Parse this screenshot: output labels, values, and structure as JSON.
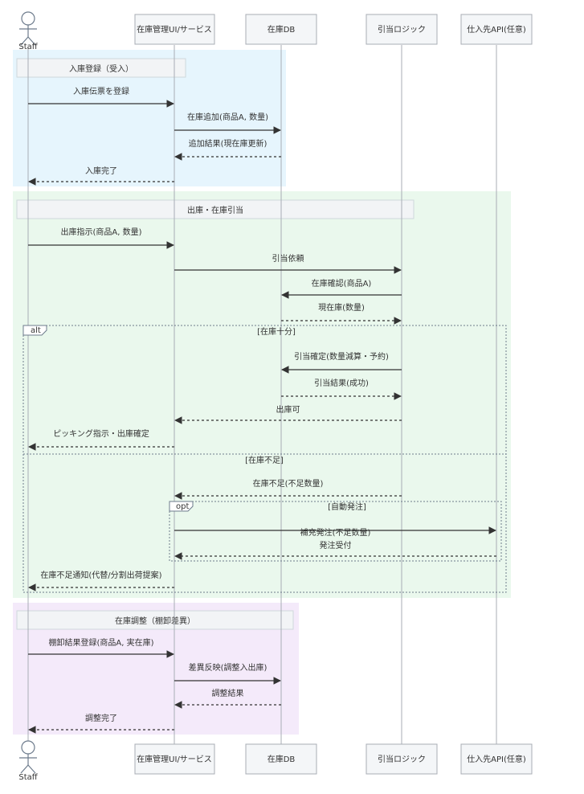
{
  "diagram": {
    "actor_name": "Staff",
    "participants": [
      {
        "id": "ui",
        "label": "在庫管理UI/サービス"
      },
      {
        "id": "db",
        "label": "在庫DB"
      },
      {
        "id": "alloc",
        "label": "引当ロジック"
      },
      {
        "id": "api",
        "label": "仕入先API(任意)"
      }
    ],
    "sections": [
      {
        "label": "入庫登録（受入）",
        "color": "#e6f5fd"
      },
      {
        "label": "出庫・在庫引当",
        "color": "#eaf8ed"
      },
      {
        "label": "在庫調整（棚卸差異）",
        "color": "#f4eafa"
      }
    ],
    "messages": [
      {
        "label": "入庫伝票を登録",
        "from": "staff",
        "to": "ui",
        "style": "solid"
      },
      {
        "label": "在庫追加(商品A, 数量)",
        "from": "ui",
        "to": "db",
        "style": "solid"
      },
      {
        "label": "追加結果(現在庫更新)",
        "from": "db",
        "to": "ui",
        "style": "dashed"
      },
      {
        "label": "入庫完了",
        "from": "ui",
        "to": "staff",
        "style": "dashed"
      },
      {
        "label": "出庫指示(商品A, 数量)",
        "from": "staff",
        "to": "ui",
        "style": "solid"
      },
      {
        "label": "引当依頼",
        "from": "ui",
        "to": "alloc",
        "style": "solid"
      },
      {
        "label": "在庫確認(商品A)",
        "from": "alloc",
        "to": "db",
        "style": "solid"
      },
      {
        "label": "現在庫(数量)",
        "from": "db",
        "to": "alloc",
        "style": "dashed"
      },
      {
        "label": "引当確定(数量減算・予約)",
        "from": "alloc",
        "to": "db",
        "style": "solid"
      },
      {
        "label": "引当結果(成功)",
        "from": "db",
        "to": "alloc",
        "style": "dashed"
      },
      {
        "label": "出庫可",
        "from": "alloc",
        "to": "ui",
        "style": "dashed"
      },
      {
        "label": "ピッキング指示・出庫確定",
        "from": "ui",
        "to": "staff",
        "style": "dashed"
      },
      {
        "label": "在庫不足(不足数量)",
        "from": "alloc",
        "to": "ui",
        "style": "dashed"
      },
      {
        "label": "補充発注(不足数量)",
        "from": "ui",
        "to": "api",
        "style": "solid"
      },
      {
        "label": "発注受付",
        "from": "api",
        "to": "ui",
        "style": "dashed"
      },
      {
        "label": "在庫不足通知(代替/分割出荷提案)",
        "from": "ui",
        "to": "staff",
        "style": "dashed"
      },
      {
        "label": "棚卸結果登録(商品A, 実在庫)",
        "from": "staff",
        "to": "ui",
        "style": "solid"
      },
      {
        "label": "差異反映(調整入出庫)",
        "from": "ui",
        "to": "db",
        "style": "solid"
      },
      {
        "label": "調整結果",
        "from": "db",
        "to": "ui",
        "style": "dashed"
      },
      {
        "label": "調整完了",
        "from": "ui",
        "to": "staff",
        "style": "dashed"
      }
    ],
    "fragments": {
      "alt": {
        "keyword": "alt",
        "condition1": "[在庫十分]",
        "condition2": "[在庫不足]"
      },
      "opt": {
        "keyword": "opt",
        "condition": "[自動発注]"
      }
    }
  }
}
